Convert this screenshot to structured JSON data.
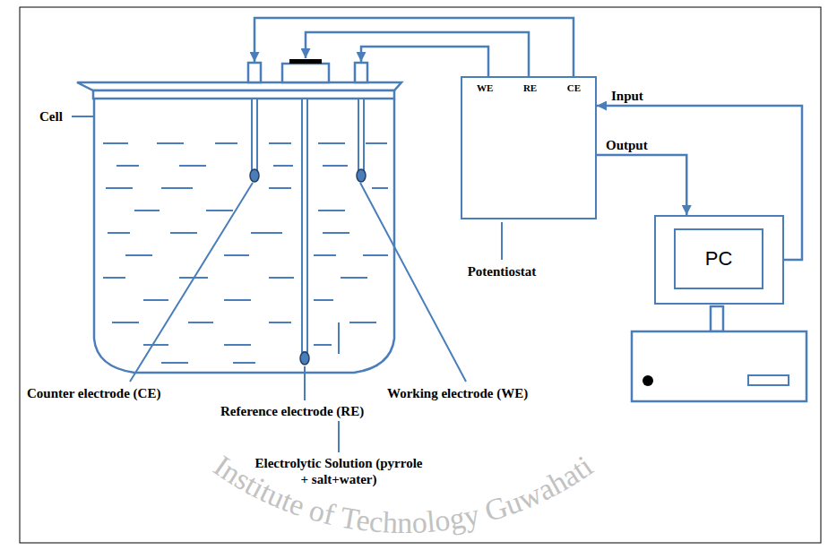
{
  "diagram": {
    "nodes": [
      {
        "text": [
          "WE",
          "RE",
          "CE"
        ]
      },
      {
        "text": [
          "PC"
        ]
      }
    ],
    "edges": [
      {
        "from": 0,
        "to": 1,
        "arrow": "to",
        "label": "Output"
      },
      {
        "from": 1,
        "to": 0,
        "arrow": "to",
        "label": "Input"
      }
    ],
    "labels": [
      "Cell",
      "Counter electrode (CE)",
      "Reference electrode (RE)",
      "Working electrode (WE)",
      "Electrolytic Solution (pyrrole + salt+water)",
      "Potentiostat",
      "Institute of Technology Guwahati"
    ]
  }
}
